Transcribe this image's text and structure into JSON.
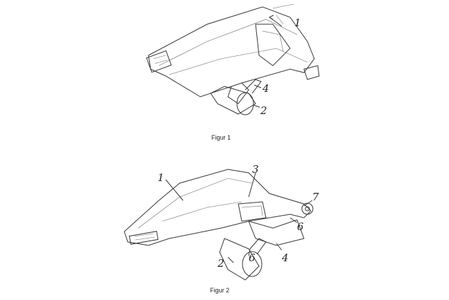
{
  "figures": [
    {
      "caption": "Figur 1",
      "labels": [
        "1",
        "4",
        "2"
      ]
    },
    {
      "caption": "Figur 2",
      "labels": [
        "1",
        "3",
        "7",
        "6",
        "6",
        "4",
        "2"
      ]
    }
  ]
}
